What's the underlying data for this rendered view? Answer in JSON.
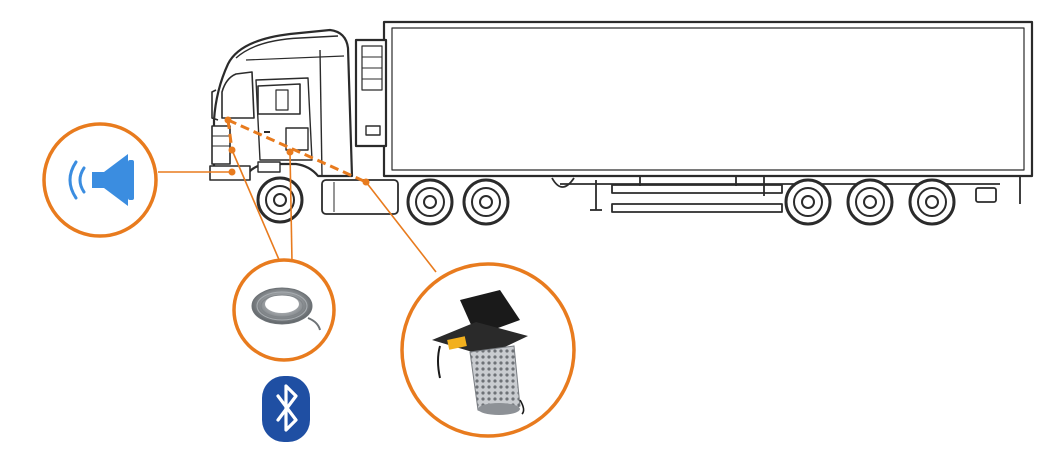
{
  "colors": {
    "accent": "#e87b1e",
    "outline": "#2b2b2b",
    "speaker": "#3b8de0",
    "bluetooth": "#1f4fa3",
    "cable": "#8a8f94",
    "sensor_body": "#1a1a1a",
    "sensor_mesh": "#b9bcc0",
    "sensor_label": "#f2b01e"
  },
  "diagram": {
    "vehicle": "truck-with-refrigerated-trailer",
    "callouts": [
      {
        "id": "speaker",
        "icon": "speaker-icon"
      },
      {
        "id": "cable",
        "icon": "cable-coil-icon"
      },
      {
        "id": "sensor",
        "icon": "fuel-level-sensor-icon"
      }
    ],
    "badge": {
      "icon": "bluetooth-icon"
    }
  }
}
